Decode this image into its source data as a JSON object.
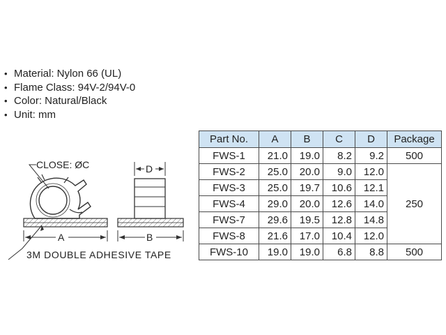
{
  "specs": [
    "Material: Nylon 66 (UL)",
    "Flame Class: 94V-2/94V-0",
    "Color: Natural/Black",
    "Unit: mm"
  ],
  "drawing": {
    "close_label": "CLOSE: ØC",
    "dim_a": "A",
    "dim_b": "B",
    "dim_d": "D",
    "tape_label": "3M DOUBLE ADHESIVE TAPE"
  },
  "table": {
    "headers": [
      "Part No.",
      "A",
      "B",
      "C",
      "D",
      "Package"
    ],
    "rows": [
      [
        "FWS-1",
        "21.0",
        "19.0",
        "8.2",
        "9.2"
      ],
      [
        "FWS-2",
        "25.0",
        "20.0",
        "9.0",
        "12.0"
      ],
      [
        "FWS-3",
        "25.0",
        "19.7",
        "10.6",
        "12.1"
      ],
      [
        "FWS-4",
        "29.0",
        "20.0",
        "12.6",
        "14.0"
      ],
      [
        "FWS-7",
        "29.6",
        "19.5",
        "12.8",
        "14.8"
      ],
      [
        "FWS-8",
        "21.6",
        "17.0",
        "10.4",
        "12.0"
      ],
      [
        "FWS-10",
        "19.0",
        "19.0",
        "6.8",
        "8.8"
      ]
    ],
    "packages": [
      "500",
      "250",
      "500"
    ]
  }
}
